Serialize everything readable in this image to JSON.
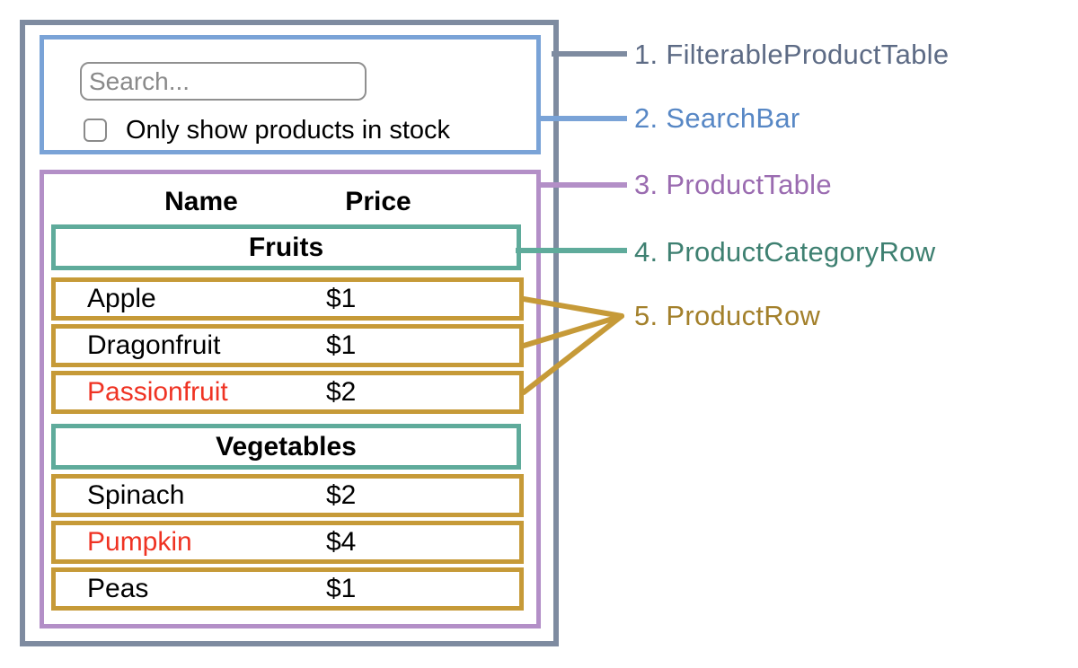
{
  "labels": [
    {
      "text": "1. FilterableProductTable",
      "color": "#5D6B85",
      "line_color": "#7E8BA0"
    },
    {
      "text": "2. SearchBar",
      "color": "#5787C5",
      "line_color": "#7AA3D7"
    },
    {
      "text": "3. ProductTable",
      "color": "#9A6BB0",
      "line_color": "#B38FC7"
    },
    {
      "text": "4. ProductCategoryRow",
      "color": "#3E8071",
      "line_color": "#5FAB9B"
    },
    {
      "text": "5. ProductRow",
      "color": "#A3802B",
      "line_color": "#C69A38"
    }
  ],
  "search_bar": {
    "placeholder": "Search...",
    "checkbox_label": "Only show products in stock",
    "checkbox_checked": false
  },
  "table": {
    "headers": [
      "Name",
      "Price"
    ],
    "sections": [
      {
        "category": "Fruits",
        "rows": [
          {
            "name": "Apple",
            "price": "$1",
            "name_color": "#000000"
          },
          {
            "name": "Dragonfruit",
            "price": "$1",
            "name_color": "#000000"
          },
          {
            "name": "Passionfruit",
            "price": "$2",
            "name_color": "#EF3323"
          }
        ]
      },
      {
        "category": "Vegetables",
        "rows": [
          {
            "name": "Spinach",
            "price": "$2",
            "name_color": "#000000"
          },
          {
            "name": "Pumpkin",
            "price": "$4",
            "name_color": "#EF3323"
          },
          {
            "name": "Peas",
            "price": "$1",
            "name_color": "#000000"
          }
        ]
      }
    ]
  },
  "colors": {
    "container_border": "#7E8BA0",
    "searchbar_border": "#7AA3D7",
    "producttable_border": "#B38FC7",
    "category_border": "#5FAB9B",
    "row_border": "#C69A38",
    "out_of_stock_text": "#EF3323",
    "input_border": "#909090"
  }
}
